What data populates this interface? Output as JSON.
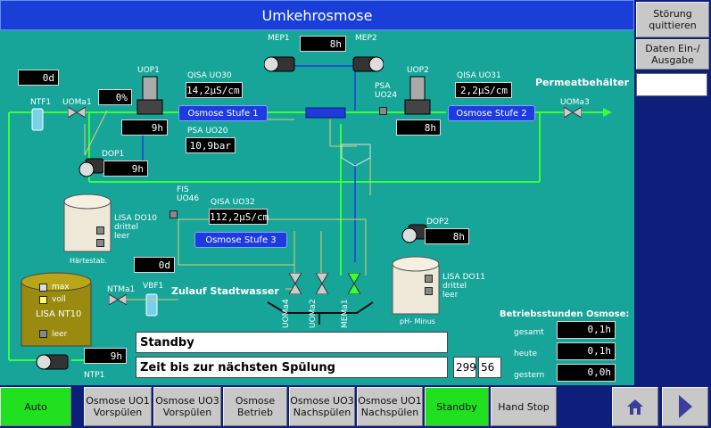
{
  "window_title": "Umkehrosmose",
  "side": {
    "ack_label": "Störung\nquittieren",
    "data_label": "Daten Ein-/\nAusgabe"
  },
  "permeat_label": "Permeatbehälter",
  "zulauf_label": "Zulauf Stadtwasser",
  "stages": {
    "s1": "Osmose Stufe 1",
    "s2": "Osmose Stufe 2",
    "s3": "Osmose Stufe 3"
  },
  "tags": {
    "mep1": "MEP1",
    "mep2": "MEP2",
    "uop1": "UOP1",
    "uop2": "UOP2",
    "qisa_uo30": "QISA UO30",
    "qisa_uo31": "QISA UO31",
    "psa_uo20": "PSA UO20",
    "psa_uo24": "PSA\nUO24",
    "ntf1": "NTF1",
    "uoma1": "UOMa1",
    "uoma3": "UOMa3",
    "dop1": "DOP1",
    "dop2": "DOP2",
    "fis_uo46": "FIS\nUO46",
    "qisa_uo32": "QISA UO32",
    "lisa_do10": "LISA DO10\ndrittel\nleer",
    "haertestab": "Härtestab.",
    "lisa_do11": "LISA DO11\ndrittel\nleer",
    "ph_minus": "pH- Minus",
    "ntma1": "NTMa1",
    "vbf1": "VBF1",
    "ntp1": "NTP1",
    "uoma4": "UOMa4",
    "uoma2": "UOMa2",
    "mema1": "MEMa1",
    "lisa_nt10": "LISA NT10",
    "max": "max",
    "voll": "voll",
    "leer": "leer"
  },
  "values": {
    "mep_hours": "8h",
    "ntf_days": "0d",
    "uoma1_pct": "0%",
    "uop1_hours": "9h",
    "qisa_uo30": "14,2µS/cm",
    "psa_uo20": "10,9bar",
    "uop2_hours": "8h",
    "qisa_uo31": "2,2µS/cm",
    "dop1_hours": "9h",
    "qisa_uo32": "112,2µS/cm",
    "dop2_hours": "8h",
    "vbf_days": "0d",
    "ntp1_hours": "9h"
  },
  "status": {
    "state": "Standby",
    "next_rinse_label": "Zeit bis zur nächsten Spülung",
    "rinse_min": "299",
    "rinse_sec": "56"
  },
  "hours": {
    "title": "Betriebsstunden Osmose:",
    "rows": [
      {
        "label": "gesamt",
        "value": "0,1h"
      },
      {
        "label": "heute",
        "value": "0,1h"
      },
      {
        "label": "gestern",
        "value": "0,0h"
      }
    ]
  },
  "bottom": [
    {
      "label": "Auto",
      "green": true
    },
    {
      "label": "Osmose UO1\nVorspülen",
      "green": false
    },
    {
      "label": "Osmose UO3\nVorspülen",
      "green": false
    },
    {
      "label": "Osmose\nBetrieb",
      "green": false
    },
    {
      "label": "Osmose UO3\nNachspülen",
      "green": false
    },
    {
      "label": "Osmose UO1\nNachspülen",
      "green": false
    },
    {
      "label": "Standby",
      "green": true
    },
    {
      "label": "Hand Stop",
      "green": false
    }
  ],
  "colors": {
    "panel": "#17a59a",
    "pipe_green": "#39ff3a",
    "pipe_blue": "#1f3bd8",
    "pipe_yellow": "#e0d070",
    "title_blue": "#1a3fd8"
  }
}
